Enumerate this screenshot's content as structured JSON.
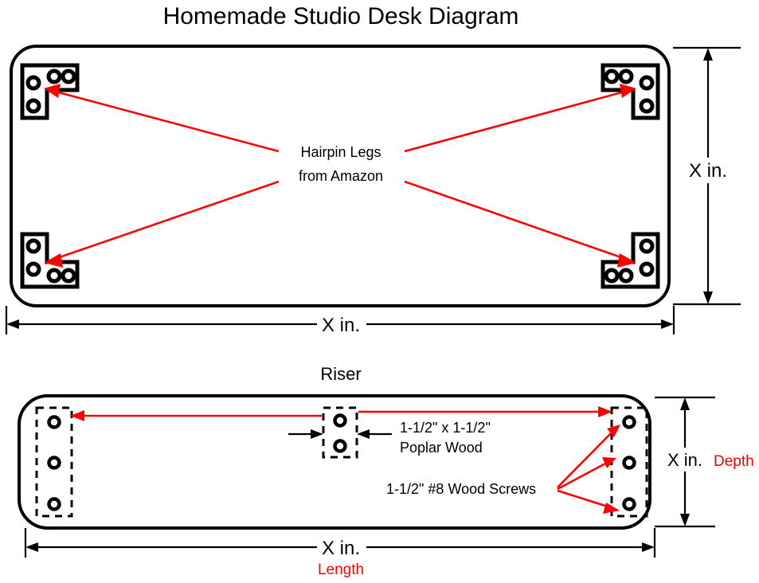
{
  "title": "Homemade Studio Desk Diagram",
  "desktop": {
    "section_label": "",
    "callout": {
      "line1": "Hairpin Legs",
      "line2": "from Amazon"
    },
    "dimensions": {
      "width_label": "X in.",
      "height_label": "X in."
    },
    "brackets": [
      {
        "name": "bracket-top-left",
        "holes": 4
      },
      {
        "name": "bracket-top-right",
        "holes": 4
      },
      {
        "name": "bracket-bottom-left",
        "holes": 4
      },
      {
        "name": "bracket-bottom-right",
        "holes": 4
      }
    ]
  },
  "riser": {
    "section_label": "Riser",
    "callouts": {
      "poplar_line1": "1-1/2\" x 1-1/2\"",
      "poplar_line2": "Poplar Wood",
      "screws": "1-1/2\" #8 Wood Screws"
    },
    "dimensions": {
      "length_label": "X in.",
      "length_note": "Length",
      "depth_label": "X in.",
      "depth_note": "Depth"
    },
    "hole_groups": [
      {
        "name": "riser-holes-left",
        "holes": 3
      },
      {
        "name": "riser-holes-middle",
        "holes": 2
      },
      {
        "name": "riser-holes-right",
        "holes": 3
      }
    ]
  },
  "colors": {
    "accent_red": "#ff0000",
    "line_black": "#000000",
    "background": "#ffffff"
  }
}
